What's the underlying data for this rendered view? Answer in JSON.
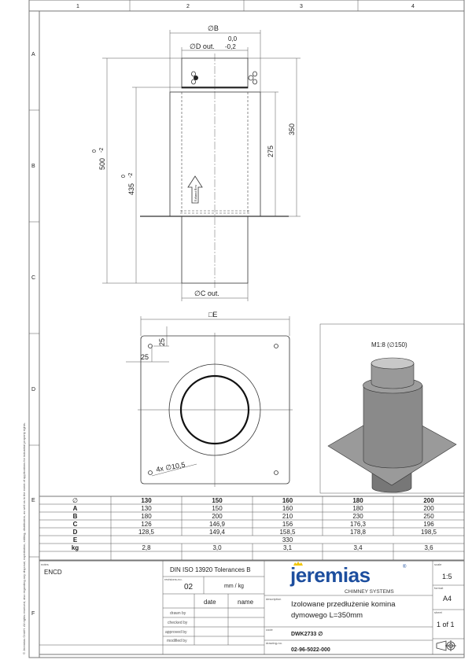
{
  "frame": {
    "columns": [
      "1",
      "2",
      "3",
      "4"
    ],
    "rows": [
      "A",
      "B",
      "C",
      "D",
      "E",
      "F"
    ],
    "copyright": "© Jeremias GmbH. All rights reserved, also regarding any disposal, exploitation, editing, distribution, as well as in the event of applications for industrial property rights."
  },
  "side_view": {
    "dim_b": "∅B",
    "dim_d": "∅D out.",
    "dim_d_tol_upper": "0,0",
    "dim_d_tol_lower": "-0,2",
    "dim_c": "∅C out.",
    "dim_500": "500",
    "dim_435": "435",
    "tol_upper": "0",
    "tol_lower": "-2",
    "dim_350": "350",
    "dim_275": "275",
    "flow_label": "Exhaust flow"
  },
  "plan_view": {
    "dim_e": "□E",
    "dim_25_vertical": "25",
    "dim_25_horizontal": "25",
    "holes": "4x ∅10,5"
  },
  "iso_view": {
    "label": "M1:8 (∅150)"
  },
  "dimension_table": {
    "headers": [
      "∅",
      "130",
      "150",
      "160",
      "180",
      "200"
    ],
    "rows": [
      {
        "label": "A",
        "values": [
          "130",
          "150",
          "160",
          "180",
          "200"
        ]
      },
      {
        "label": "B",
        "values": [
          "180",
          "200",
          "210",
          "230",
          "250"
        ]
      },
      {
        "label": "C",
        "values": [
          "126",
          "146,9",
          "156",
          "176,3",
          "196"
        ]
      },
      {
        "label": "D",
        "values": [
          "128,5",
          "149,4",
          "158,5",
          "178,8",
          "198,5"
        ]
      }
    ],
    "e_row": {
      "label": "E",
      "value": "330"
    },
    "kg_row": {
      "label": "kg",
      "values": [
        "2,8",
        "3,0",
        "3,1",
        "3,4",
        "3,6"
      ]
    }
  },
  "title_block": {
    "notes_label": "notes",
    "notes": "ENCD",
    "tolerances": "DIN ISO 13920 Tolerances B",
    "revisions_label": "revisions-no.",
    "revision": "02",
    "units": "mm / kg",
    "date_header": "date",
    "name_header": "name",
    "drawn_by": "drawn by",
    "checked_by": "checked by",
    "approved_by": "approved by",
    "modified_by": "modified by",
    "brand": "jeremias",
    "brand_sub": "CHIMNEY SYSTEMS",
    "registered": "®",
    "description_label": "description",
    "description_line1": "Izolowane przedłużenie komina",
    "description_line2": "dymowego L=350mm",
    "code_label": "code",
    "code": "DWK2733 ∅",
    "drawing_no_label": "drawing-no.",
    "drawing_no": "02-96-5022-000",
    "scale_label": "scale",
    "scale": "1:5",
    "format_label": "format",
    "format": "A4",
    "sheet_label": "sheet",
    "sheet": "1 of 1",
    "projection_symbol": "first-angle-projection-icon"
  },
  "colors": {
    "brand_blue": "#1d4e9e",
    "brand_crown": "#f2c600",
    "iso_body": "#8a8a8a"
  }
}
